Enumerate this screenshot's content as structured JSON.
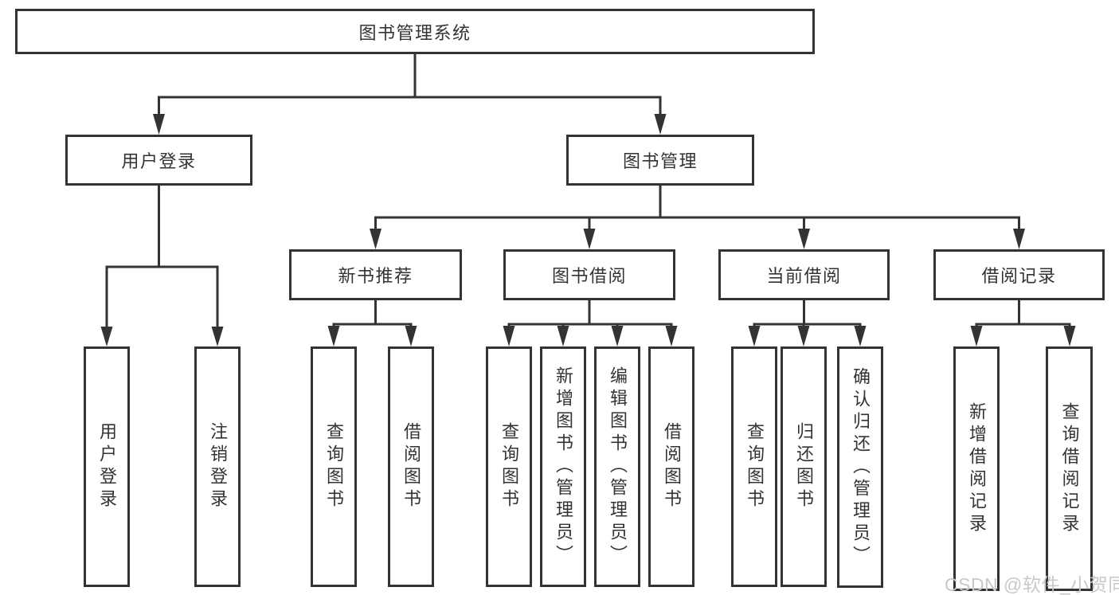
{
  "tree": {
    "root": {
      "label": "图书管理系统"
    },
    "branches": [
      {
        "label": "用户登录",
        "children": [
          {
            "label": "用户登录"
          },
          {
            "label": "注销登录"
          }
        ]
      },
      {
        "label": "图书管理",
        "children": [
          {
            "label": "新书推荐",
            "children": [
              {
                "label": "查询图书"
              },
              {
                "label": "借阅图书"
              }
            ]
          },
          {
            "label": "图书借阅",
            "children": [
              {
                "label": "查询图书"
              },
              {
                "label": "新增图书（管理员）"
              },
              {
                "label": "编辑图书（管理员）"
              },
              {
                "label": "借阅图书"
              }
            ]
          },
          {
            "label": "当前借阅",
            "children": [
              {
                "label": "查询图书"
              },
              {
                "label": "归还图书"
              },
              {
                "label": "确认归还（管理员）"
              }
            ]
          },
          {
            "label": "借阅记录",
            "children": [
              {
                "label": "新增借阅记录"
              },
              {
                "label": "查询借阅记录"
              }
            ]
          }
        ]
      }
    ]
  },
  "watermark": {
    "text": "CSDN @软件_小贺同学"
  },
  "colors": {
    "line": "#333333",
    "text": "#333333",
    "box_background": "#ffffff",
    "watermark": "#c6c9cc"
  }
}
